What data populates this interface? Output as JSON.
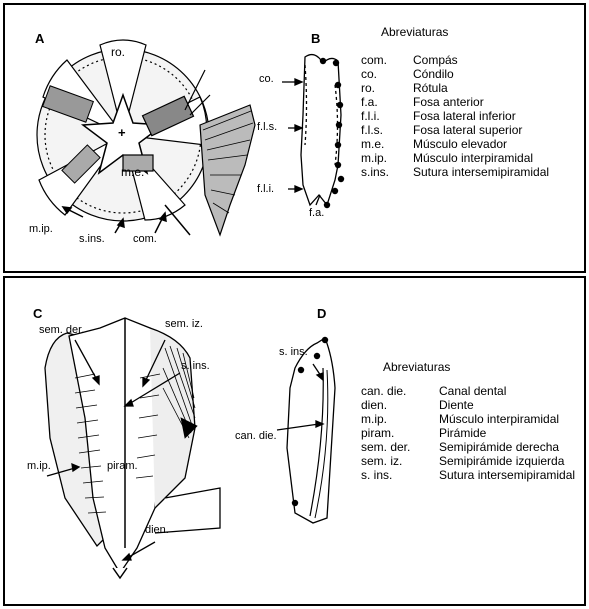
{
  "top": {
    "panel_a_label": "A",
    "panel_b_label": "B",
    "a_labels": {
      "ro": "ro.",
      "plus": "+",
      "me": "m.e.",
      "mip": "m.ip.",
      "sins": "s.ins.",
      "com": "com."
    },
    "b_labels": {
      "co": "co.",
      "fls": "f.l.s.",
      "fli": "f.l.i.",
      "fa": "f.a."
    },
    "abbrev_title": "Abreviaturas",
    "abbreviations": [
      {
        "code": "com.",
        "def": "Compás"
      },
      {
        "code": "co.",
        "def": "Cóndilo"
      },
      {
        "code": "ro.",
        "def": "Rótula"
      },
      {
        "code": "f.a.",
        "def": "Fosa anterior"
      },
      {
        "code": "f.l.i.",
        "def": "Fosa lateral inferior"
      },
      {
        "code": "f.l.s.",
        "def": "Fosa lateral superior"
      },
      {
        "code": "m.e.",
        "def": "Músculo elevador"
      },
      {
        "code": "m.ip.",
        "def": "Músculo interpiramidal"
      },
      {
        "code": "s.ins.",
        "def": "Sutura intersemipiramidal"
      }
    ]
  },
  "bottom": {
    "panel_c_label": "C",
    "panel_d_label": "D",
    "c_labels": {
      "semder": "sem. der.",
      "semiz": "sem. iz.",
      "sins": "s. ins.",
      "mip": "m.ip.",
      "piram": "piram.",
      "dien": "dien."
    },
    "d_labels": {
      "sins": "s. ins.",
      "candie": "can. die."
    },
    "abbrev_title": "Abreviaturas",
    "abbreviations": [
      {
        "code": "can. die.",
        "def": "Canal dental"
      },
      {
        "code": "dien.",
        "def": "Diente"
      },
      {
        "code": "m.ip.",
        "def": "Músculo interpiramidal"
      },
      {
        "code": "piram.",
        "def": "Pirámide"
      },
      {
        "code": "sem. der.",
        "def": "Semipirámide derecha"
      },
      {
        "code": "sem. iz.",
        "def": "Semipirámide izquierda"
      },
      {
        "code": "s. ins.",
        "def": "Sutura intersemipiramidal"
      }
    ]
  }
}
